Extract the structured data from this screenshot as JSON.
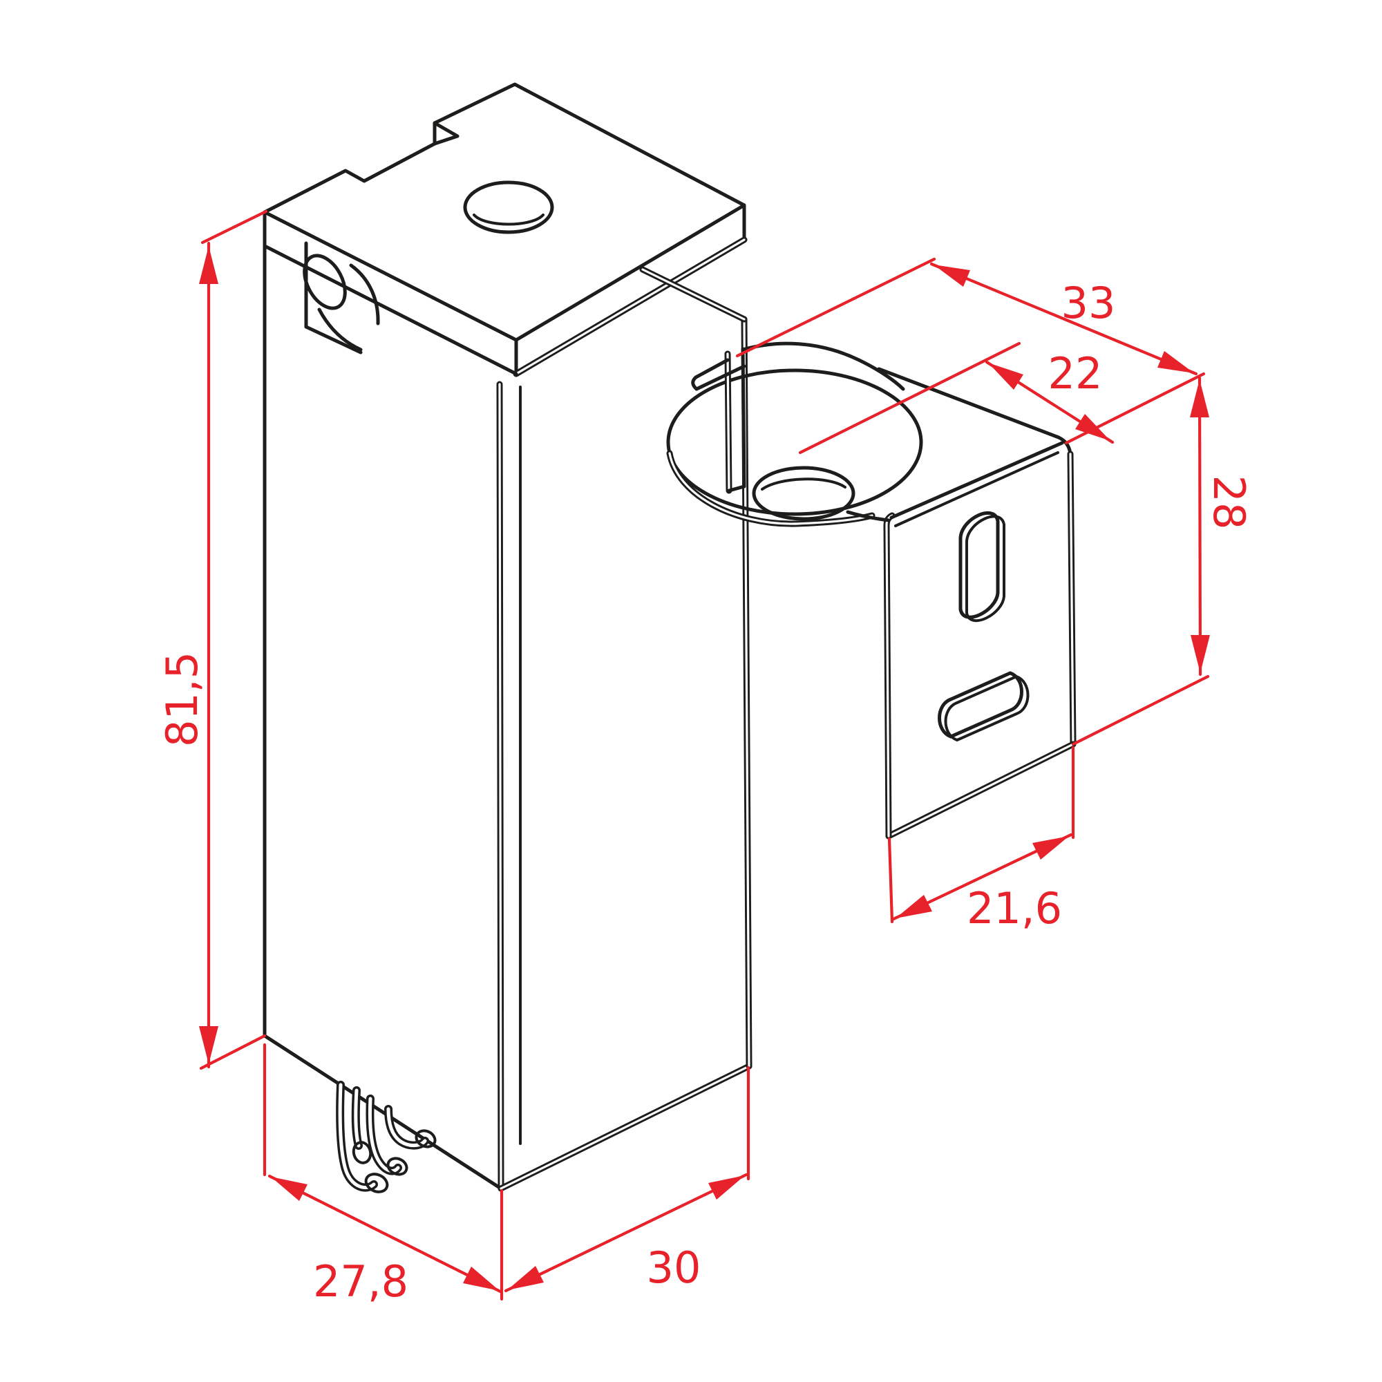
{
  "drawing": {
    "title": "Isometric dimensioned drawing of two sheet-metal terminal parts",
    "background": "#ffffff",
    "line_color": "#1d1d1b",
    "dimension_color": "#e8222a",
    "dimensions": {
      "height": "81,5",
      "depth": "27,8",
      "width": "30",
      "top_width": "33",
      "hole_offset": "22",
      "face_height": "28",
      "bottom_width": "21,6"
    }
  }
}
